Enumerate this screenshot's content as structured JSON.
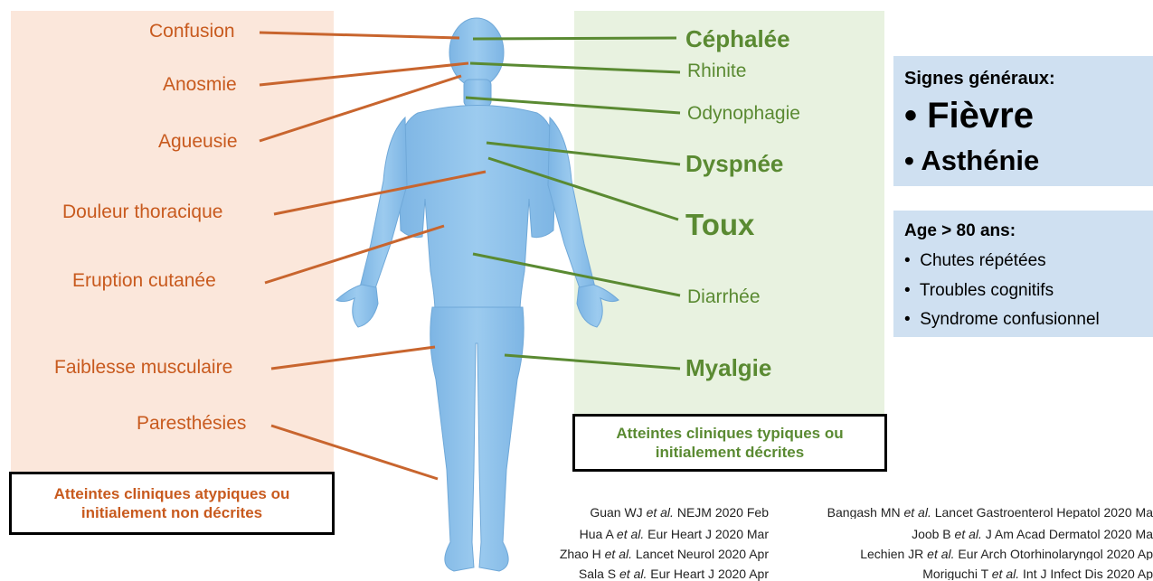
{
  "atypical": {
    "box_title_line1": "Atteintes cliniques atypiques ou",
    "box_title_line2": "initialement non décrites",
    "color": "#c85a1e",
    "symptoms": [
      "Confusion",
      "Anosmie",
      "Agueusie",
      "Douleur thoracique",
      "Eruption cutanée",
      "Faiblesse musculaire",
      "Paresthésies"
    ]
  },
  "typical": {
    "box_title_line1": "Atteintes cliniques typiques ou",
    "box_title_line2": "initialement décrites",
    "color": "#5a8a32",
    "symptoms": [
      "Céphalée",
      "Rhinite",
      "Odynophagie",
      "Dyspnée",
      "Toux",
      "Diarrhée",
      "Myalgie"
    ]
  },
  "general_signs": {
    "title": "Signes généraux:",
    "items": [
      "Fièvre",
      "Asthénie"
    ]
  },
  "elderly": {
    "title": "Age > 80 ans:",
    "items": [
      "Chutes répétées",
      "Troubles cognitifs",
      "Syndrome confusionnel"
    ]
  },
  "references": {
    "left": [
      {
        "author": "Guan WJ",
        "etal": "et al.",
        "source": "NEJM 2020 Feb"
      },
      {
        "author": "Hua A",
        "etal": "et al.",
        "source": "Eur Heart J 2020 Mar"
      },
      {
        "author": "Zhao H",
        "etal": "et al.",
        "source": "Lancet Neurol 2020 Apr"
      },
      {
        "author": "Sala S",
        "etal": "et al.",
        "source": "Eur Heart J 2020 Apr"
      }
    ],
    "right": [
      {
        "author": "Bangash MN",
        "etal": "et al.",
        "source": "Lancet Gastroenterol Hepatol 2020 Ma"
      },
      {
        "author": "Joob B",
        "etal": "et al.",
        "source": "J Am Acad Dermatol 2020 Ma"
      },
      {
        "author": "Lechien JR",
        "etal": "et al.",
        "source": "Eur Arch Otorhinolaryngol 2020 Ap"
      },
      {
        "author": "Moriguchi T",
        "etal": "et al.",
        "source": "Int J Infect Dis 2020 Ap"
      }
    ]
  },
  "colors": {
    "atypical_panel": "#fbe7db",
    "typical_panel": "#e8f2e0",
    "info_box": "#cfe0f1",
    "body_fill": "#8fc1ea"
  }
}
